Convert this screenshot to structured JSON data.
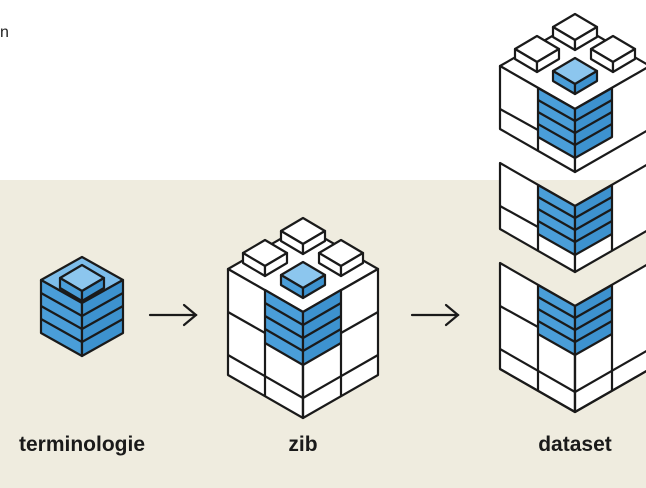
{
  "corner_text": "n",
  "labels": {
    "terminology": "terminologie",
    "zib": "zib",
    "dataset": "dataset"
  },
  "colors": {
    "backdrop": "#efecdf",
    "block_blue": "#5aa9df",
    "block_white": "#ffffff",
    "outline": "#1a1a1a"
  },
  "icons": {
    "arrow": "right-arrow"
  }
}
